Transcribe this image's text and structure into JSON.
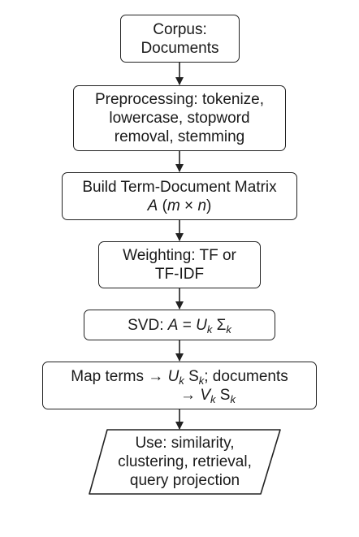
{
  "steps": {
    "corpus": {
      "line1": "Corpus:",
      "line2": "Documents"
    },
    "preprocessing": {
      "line1": "Preprocessing: tokenize,",
      "line2": "lowercase, stopword",
      "line3": "removal, stemming"
    },
    "build_matrix": {
      "line1": "Build Term-Document Matrix",
      "matrix_var": "A",
      "dims_open": "(",
      "m": "m",
      "times": " × ",
      "n": "n",
      "dims_close": ")"
    },
    "weighting": {
      "line1": "Weighting: TF or",
      "line2": "TF-IDF"
    },
    "svd": {
      "prefix": "SVD: ",
      "a": "A",
      "eq": " = ",
      "u": "U",
      "u_sub": "k",
      "sigma": " Σ",
      "sigma_sub": "k"
    },
    "map": {
      "line1_prefix": "Map terms → ",
      "u": "U",
      "u_sub": "k",
      "s1": " S",
      "s1_sub": "k",
      "line1_suffix": "; documents",
      "arrow": "→ ",
      "v": "V",
      "v_sub": "k",
      "s2": " S",
      "s2_sub": "k"
    },
    "use": {
      "line1": "Use: similarity,",
      "line2": "clustering, retrieval,",
      "line3": "query projection"
    }
  }
}
